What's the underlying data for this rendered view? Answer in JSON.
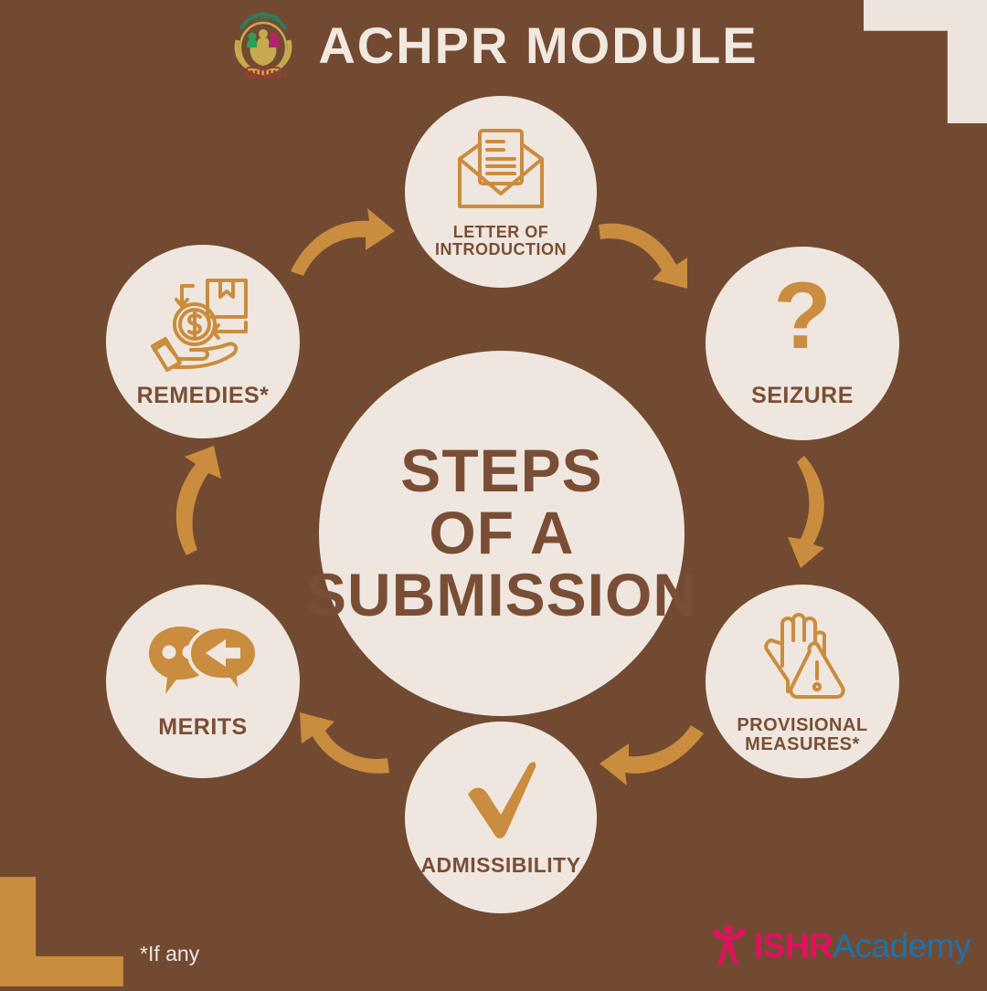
{
  "header": {
    "title": "ACHPR MODULE",
    "logo_name": "achpr-logo",
    "logo_text": "ACHPR"
  },
  "colors": {
    "background_brown": "#724a32",
    "cream": "#efe7df",
    "gold": "#ca8c3e",
    "label_brown": "#7a4e36",
    "brand_pink": "#e0115f",
    "brand_blue": "#1f72ab"
  },
  "hub": {
    "title": "STEPS\nOF A\nSUBMISSION"
  },
  "steps": [
    {
      "id": "letter",
      "label": "LETTER OF\nINTRODUCTION",
      "icon": "envelope-letter-icon"
    },
    {
      "id": "seizure",
      "label": "SEIZURE",
      "icon": "question-mark-icon"
    },
    {
      "id": "provisional",
      "label": "PROVISIONAL\nMEASURES*",
      "icon": "hand-warning-icon"
    },
    {
      "id": "admissibility",
      "label": "ADMISSIBILITY",
      "icon": "checkmark-icon"
    },
    {
      "id": "merits",
      "label": "MERITS",
      "icon": "speech-bubbles-icon"
    },
    {
      "id": "remedies",
      "label": "REMEDIES*",
      "icon": "hand-coin-package-icon"
    }
  ],
  "arrows": [
    {
      "id": "remedies-to-letter",
      "direction": "right"
    },
    {
      "id": "letter-to-seizure",
      "direction": "right"
    },
    {
      "id": "seizure-to-provisional",
      "direction": "down"
    },
    {
      "id": "provisional-to-admissibility",
      "direction": "left"
    },
    {
      "id": "admissibility-to-merits",
      "direction": "left"
    },
    {
      "id": "merits-to-remedies",
      "direction": "up"
    }
  ],
  "footnote": "*If any",
  "brand": {
    "name_primary": "ISHR",
    "name_secondary": "Academy",
    "icon": "person-raised-arms-icon"
  }
}
